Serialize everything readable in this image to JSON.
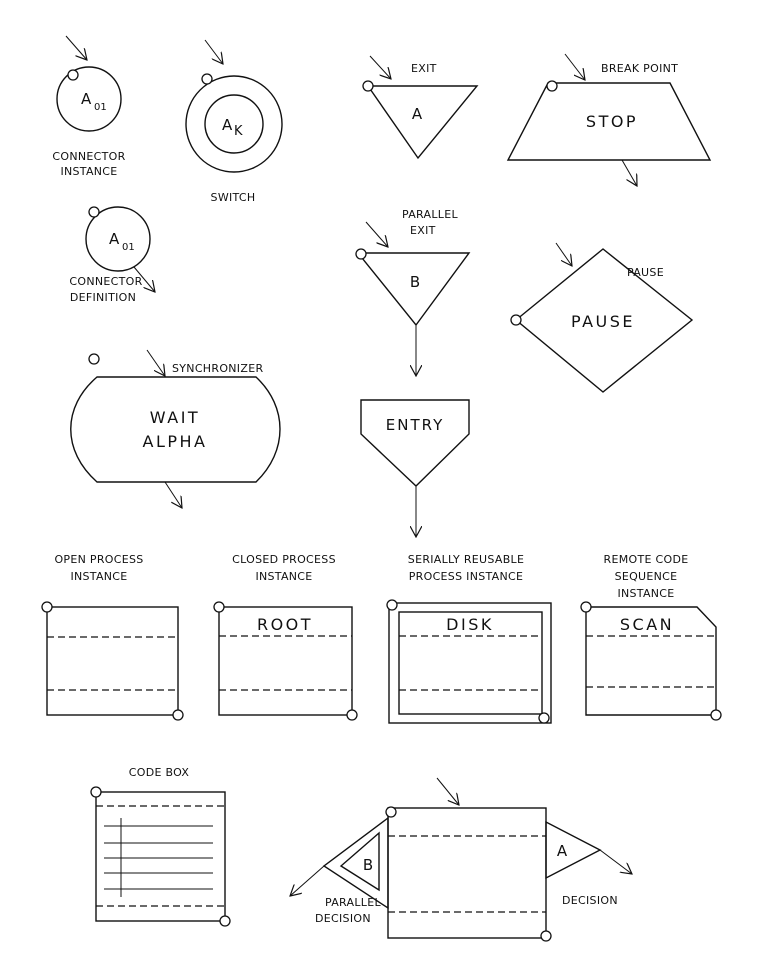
{
  "labels": {
    "connector_instance": [
      "CONNECTOR",
      "INSTANCE"
    ],
    "connector_instance_symbol": "A",
    "connector_instance_sub": "01",
    "connector_definition": [
      "CONNECTOR",
      "DEFINITION"
    ],
    "connector_definition_symbol": "A",
    "connector_definition_sub": "01",
    "switch": "SWITCH",
    "switch_symbol": "A",
    "switch_sub": "K",
    "exit": "EXIT",
    "exit_symbol": "A",
    "break_point": "BREAK POINT",
    "stop": "STOP",
    "parallel_exit": [
      "PARALLEL",
      "EXIT"
    ],
    "parallel_exit_symbol": "B",
    "pause_label": "PAUSE",
    "pause": "PAUSE",
    "synchronizer": "SYNCHRONIZER",
    "wait_alpha": [
      "WAIT",
      "ALPHA"
    ],
    "entry": "ENTRY",
    "open_process": [
      "OPEN PROCESS",
      "INSTANCE"
    ],
    "closed_process": [
      "CLOSED PROCESS",
      "INSTANCE"
    ],
    "root": "ROOT",
    "serially_reusable": [
      "SERIALLY REUSABLE",
      "PROCESS INSTANCE"
    ],
    "disk": "DISK",
    "remote_code": [
      "REMOTE CODE",
      "SEQUENCE",
      "INSTANCE"
    ],
    "scan": "SCAN",
    "code_box": "CODE BOX",
    "parallel_decision": [
      "PARALLEL",
      "DECISION"
    ],
    "parallel_decision_symbol": "B",
    "decision": "DECISION",
    "decision_symbol": "A"
  }
}
